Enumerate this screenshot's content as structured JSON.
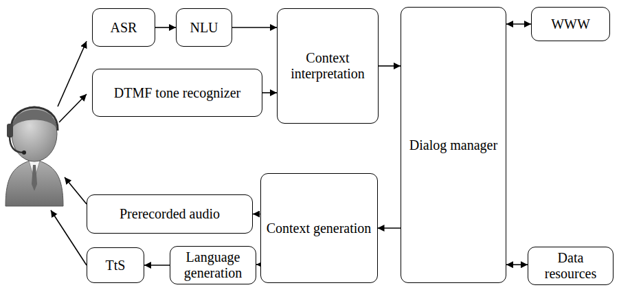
{
  "diagram": {
    "nodes": [
      {
        "text": [
          "ASR"
        ]
      },
      {
        "text": [
          "NLU"
        ]
      },
      {
        "text": [
          "Context interpretation"
        ]
      },
      {
        "text": [
          "WWW"
        ]
      },
      {
        "text": [
          "DTMF tone recognizer"
        ]
      },
      {
        "text": [
          "Dialog manager"
        ]
      },
      {
        "text": [
          "Prerecorded audio"
        ]
      },
      {
        "text": [
          "Context generation"
        ]
      },
      {
        "text": [
          "TtS"
        ]
      },
      {
        "text": [
          "Language generation"
        ]
      },
      {
        "text": [
          "Data resources"
        ]
      }
    ],
    "edges": [
      {
        "from": 0,
        "to": 1,
        "arrow": "to"
      },
      {
        "from": 1,
        "to": 2,
        "arrow": "to"
      },
      {
        "from": 4,
        "to": 2,
        "arrow": "to"
      },
      {
        "from": 2,
        "to": 5,
        "arrow": "to"
      },
      {
        "from": 5,
        "to": 3,
        "arrow": "both"
      },
      {
        "from": 5,
        "to": 10,
        "arrow": "both"
      },
      {
        "from": 5,
        "to": 7,
        "arrow": "to"
      },
      {
        "from": 7,
        "to": 6,
        "arrow": "to"
      },
      {
        "from": 7,
        "to": 9,
        "arrow": "to"
      },
      {
        "from": 9,
        "to": 8,
        "arrow": "to"
      }
    ]
  }
}
